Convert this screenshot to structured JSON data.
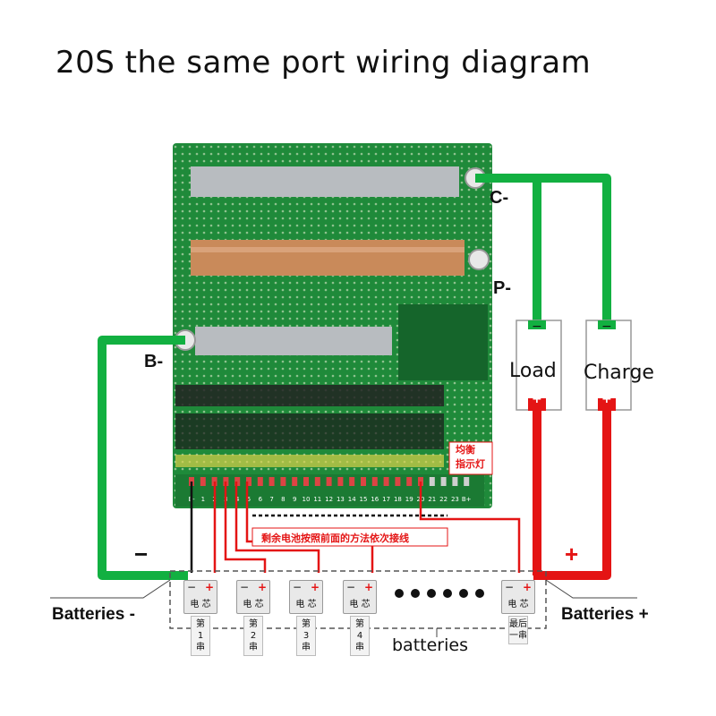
{
  "title": "20S the same port wiring diagram",
  "terminals": {
    "c_minus": "C-",
    "p_minus": "P-",
    "b_minus": "B-"
  },
  "load_box": {
    "label": "Load",
    "minus": "−",
    "plus": "+"
  },
  "charge_box": {
    "label": "Charge",
    "minus": "−",
    "plus": "+"
  },
  "negative_sign": "−",
  "positive_sign": "+",
  "batteries_minus_label": "Batteries -",
  "batteries_plus_label": "Batteries +",
  "batteries_label": "batteries",
  "balance_indicator_label": [
    "均衡",
    "指示灯"
  ],
  "remaining_note": "剩余电池按照前面的方法依次接线",
  "pin_labels": [
    "B-",
    "1",
    "2",
    "3",
    "4",
    "5",
    "6",
    "7",
    "8",
    "9",
    "10",
    "11",
    "12",
    "13",
    "14",
    "15",
    "16",
    "17",
    "18",
    "19",
    "20",
    "21",
    "22",
    "23",
    "B+"
  ],
  "cells": [
    {
      "name": "电 芯",
      "order": [
        "第",
        "1",
        "串"
      ]
    },
    {
      "name": "电 芯",
      "order": [
        "第",
        "2",
        "串"
      ]
    },
    {
      "name": "电 芯",
      "order": [
        "第",
        "3",
        "串"
      ]
    },
    {
      "name": "电 芯",
      "order": [
        "第",
        "4",
        "串"
      ]
    },
    {
      "name": "电 芯",
      "order": [
        "最后",
        "一串"
      ]
    }
  ],
  "colors": {
    "pcb": "#1f8a3a",
    "green_wire": "#12b041",
    "red_wire": "#e41414",
    "black_wire": "#111111"
  }
}
